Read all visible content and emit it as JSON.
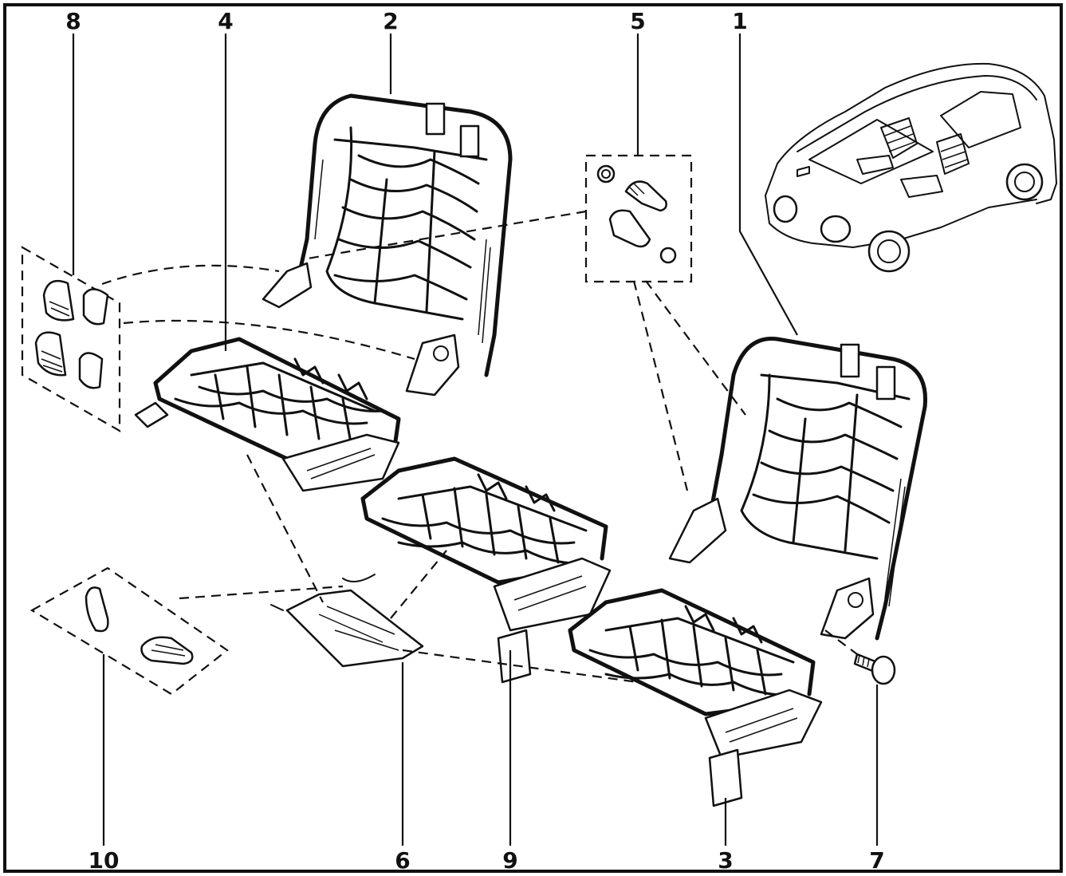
{
  "diagram": {
    "callouts": [
      {
        "id": "1",
        "label": "1"
      },
      {
        "id": "2",
        "label": "2"
      },
      {
        "id": "3",
        "label": "3"
      },
      {
        "id": "4",
        "label": "4"
      },
      {
        "id": "5",
        "label": "5"
      },
      {
        "id": "6",
        "label": "6"
      },
      {
        "id": "7",
        "label": "7"
      },
      {
        "id": "8",
        "label": "8"
      },
      {
        "id": "9",
        "label": "9"
      },
      {
        "id": "10",
        "label": "10"
      }
    ],
    "colors": {
      "ink": "#111111",
      "paper": "#ffffff"
    }
  }
}
